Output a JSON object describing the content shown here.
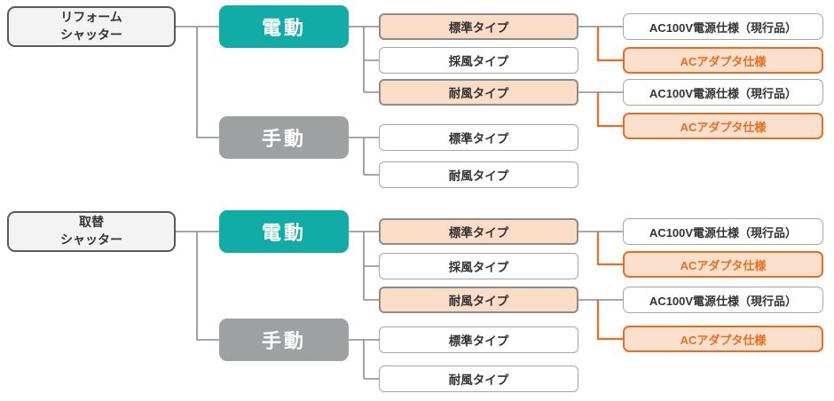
{
  "colors": {
    "electric_node": "#12ACA6",
    "manual_node": "#9FA0A2",
    "highlight_fill": "#FBDCC7",
    "adapter_fill": "#FBE0CE",
    "adapter_accent": "#ED6C1E",
    "root_fill": "#F3F3F3",
    "root_border": "#595959",
    "connector_gray": "#8C8C8C",
    "text_dark": "#333333"
  },
  "sections": [
    {
      "root": "リフォーム\nシャッター",
      "electric": "電動",
      "manual": "手動",
      "electric_types": [
        {
          "label": "標準タイプ",
          "highlighted": true
        },
        {
          "label": "採風タイプ",
          "highlighted": false
        },
        {
          "label": "耐風タイプ",
          "highlighted": true
        }
      ],
      "manual_types": [
        {
          "label": "標準タイプ"
        },
        {
          "label": "耐風タイプ"
        }
      ],
      "spec_groups": [
        {
          "specs": [
            {
              "label": "AC100V電源仕様（現行品）",
              "variant": "current"
            },
            {
              "label": "ACアダプタ仕様",
              "variant": "adapter"
            }
          ]
        },
        {
          "specs": [
            {
              "label": "AC100V電源仕様（現行品）",
              "variant": "current"
            },
            {
              "label": "ACアダプタ仕様",
              "variant": "adapter"
            }
          ]
        }
      ]
    },
    {
      "root": "取替\nシャッター",
      "electric": "電動",
      "manual": "手動",
      "electric_types": [
        {
          "label": "標準タイプ",
          "highlighted": true
        },
        {
          "label": "採風タイプ",
          "highlighted": false
        },
        {
          "label": "耐風タイプ",
          "highlighted": true
        }
      ],
      "manual_types": [
        {
          "label": "標準タイプ"
        },
        {
          "label": "耐風タイプ"
        }
      ],
      "spec_groups": [
        {
          "specs": [
            {
              "label": "AC100V電源仕様（現行品）",
              "variant": "current"
            },
            {
              "label": "ACアダプタ仕様",
              "variant": "adapter"
            }
          ]
        },
        {
          "specs": [
            {
              "label": "AC100V電源仕様（現行品）",
              "variant": "current"
            },
            {
              "label": "ACアダプタ仕様",
              "variant": "adapter"
            }
          ]
        }
      ]
    }
  ]
}
